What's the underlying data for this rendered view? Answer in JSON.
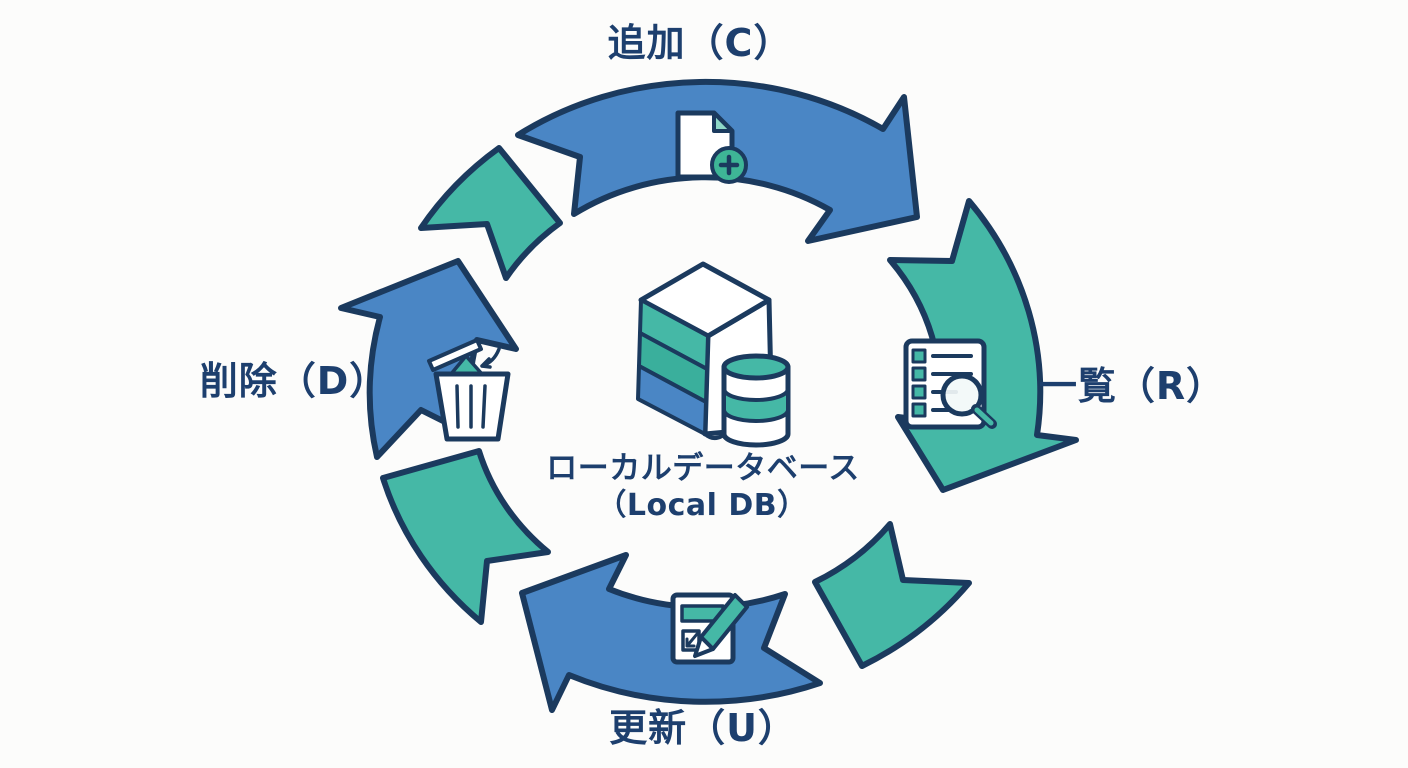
{
  "diagram": {
    "center": {
      "line1": "ローカルデータベース",
      "line2": "（Local DB）"
    },
    "steps": [
      {
        "id": "create",
        "label": "追加（C）",
        "position": "top",
        "icon": "document-add-icon",
        "arrow_color": "blue"
      },
      {
        "id": "read",
        "label": "一覧（R）",
        "position": "right",
        "icon": "list-search-icon",
        "arrow_color": "teal"
      },
      {
        "id": "update",
        "label": "更新（U）",
        "position": "bottom",
        "icon": "edit-icon",
        "arrow_color": "blue"
      },
      {
        "id": "delete",
        "label": "削除（D）",
        "position": "left",
        "icon": "trash-icon",
        "arrow_color": "blue"
      }
    ],
    "colors": {
      "blue": "#4a86c5",
      "teal": "#45b8a6",
      "teal_dark": "#3aaf9c",
      "outline": "#1b3a5e",
      "text": "#1d3f6e",
      "background": "#fcfcfb",
      "plus_green": "#3eb596",
      "fold_teal": "#8ed8c8"
    }
  }
}
